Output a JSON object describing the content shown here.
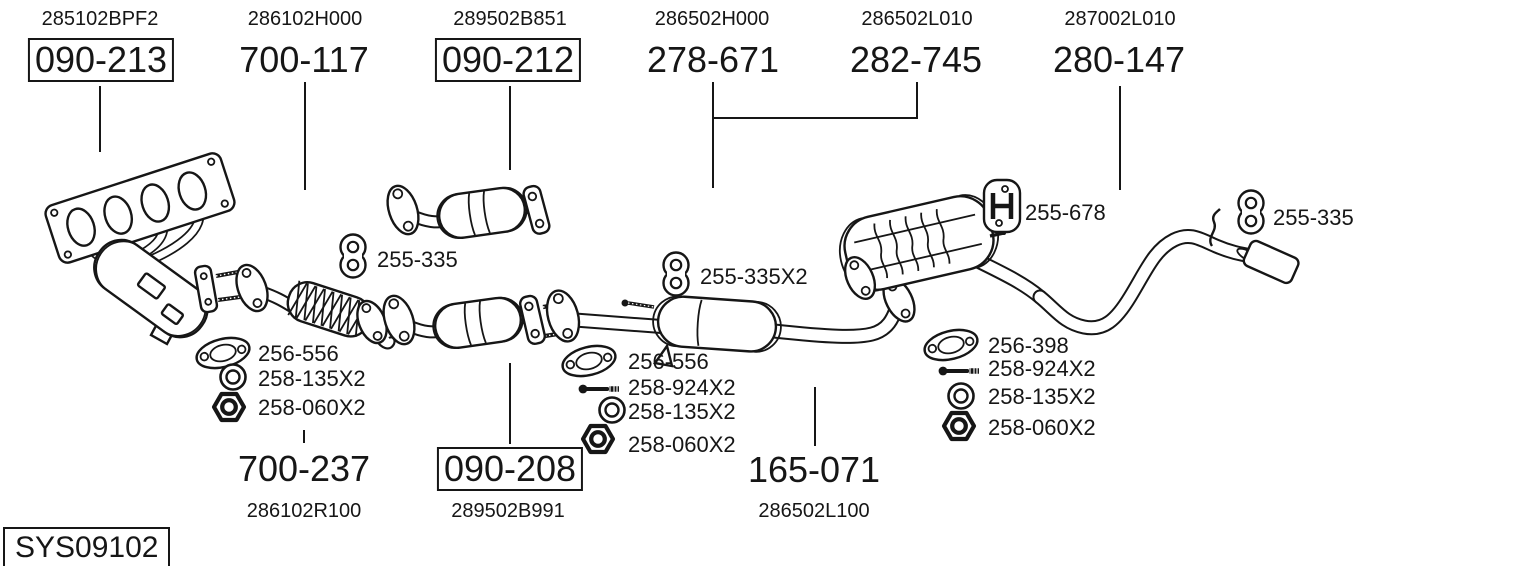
{
  "colors": {
    "ink": "#161616",
    "background": "#ffffff"
  },
  "icons": {
    "rubber_hanger": "rubber-hanger-icon",
    "h_bracket": "h-bracket-icon",
    "gasket": "gasket-icon",
    "bolt": "bolt-icon",
    "washer_ring": "ring-icon",
    "nut": "nut-icon"
  },
  "diagram": {
    "system_id": "SYS09102",
    "top_sections": [
      {
        "part_ref": "285102BPF2",
        "code": "090-213",
        "boxed": true
      },
      {
        "part_ref": "286102H000",
        "code": "700-117",
        "boxed": false
      },
      {
        "part_ref": "289502B851",
        "code": "090-212",
        "boxed": true
      },
      {
        "part_ref": "286502H000",
        "code": "278-671",
        "boxed": false
      },
      {
        "part_ref": "286502L010",
        "code": "282-745",
        "boxed": false
      },
      {
        "part_ref": "287002L010",
        "code": "280-147",
        "boxed": false
      }
    ],
    "bottom_sections": [
      {
        "code": "700-237",
        "part_ref": "286102R100",
        "boxed": false
      },
      {
        "code": "090-208",
        "part_ref": "289502B991",
        "boxed": true
      },
      {
        "code": "165-071",
        "part_ref": "286502L100",
        "boxed": false
      }
    ],
    "hangers": [
      {
        "code": "255-335"
      },
      {
        "code": "255-335X2"
      },
      {
        "code": "255-678"
      },
      {
        "code": "255-335"
      }
    ],
    "hardware_left": [
      "256-556",
      "258-135X2",
      "258-060X2"
    ],
    "hardware_center": [
      "256-556",
      "258-924X2",
      "258-135X2",
      "258-060X2"
    ],
    "hardware_right": [
      "256-398",
      "258-924X2",
      "258-135X2",
      "258-060X2"
    ]
  }
}
